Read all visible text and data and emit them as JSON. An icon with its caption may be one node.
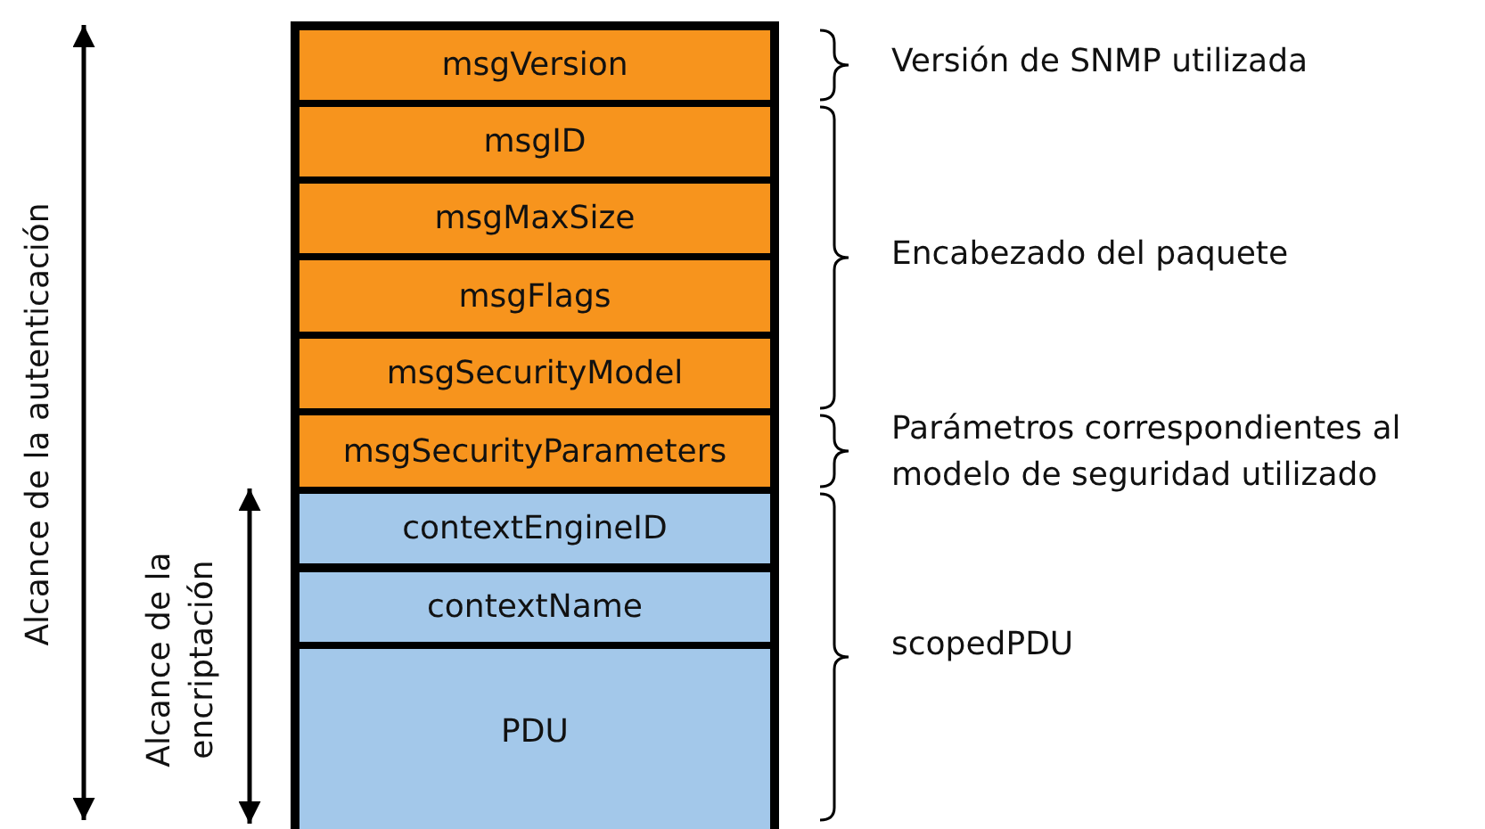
{
  "diagram": {
    "nodes": [
      {
        "text": [
          "msgVersion"
        ]
      },
      {
        "text": [
          "msgID"
        ]
      },
      {
        "text": [
          "msgMaxSize"
        ]
      },
      {
        "text": [
          "msgFlags"
        ]
      },
      {
        "text": [
          "msgSecurityModel"
        ]
      },
      {
        "text": [
          "msgSecurityParameters"
        ]
      },
      {
        "text": [
          "contextEngineID"
        ]
      },
      {
        "text": [
          "contextName"
        ]
      },
      {
        "text": [
          "PDU"
        ]
      }
    ],
    "edges": [],
    "labels": [
      "Alcance de la autenticación",
      "Alcance de la encriptación",
      "Versión de SNMP utilizada",
      "Encabezado del paquete",
      "Parámetros correspondientes al modelo de seguridad utilizado",
      "scopedPDU"
    ]
  }
}
